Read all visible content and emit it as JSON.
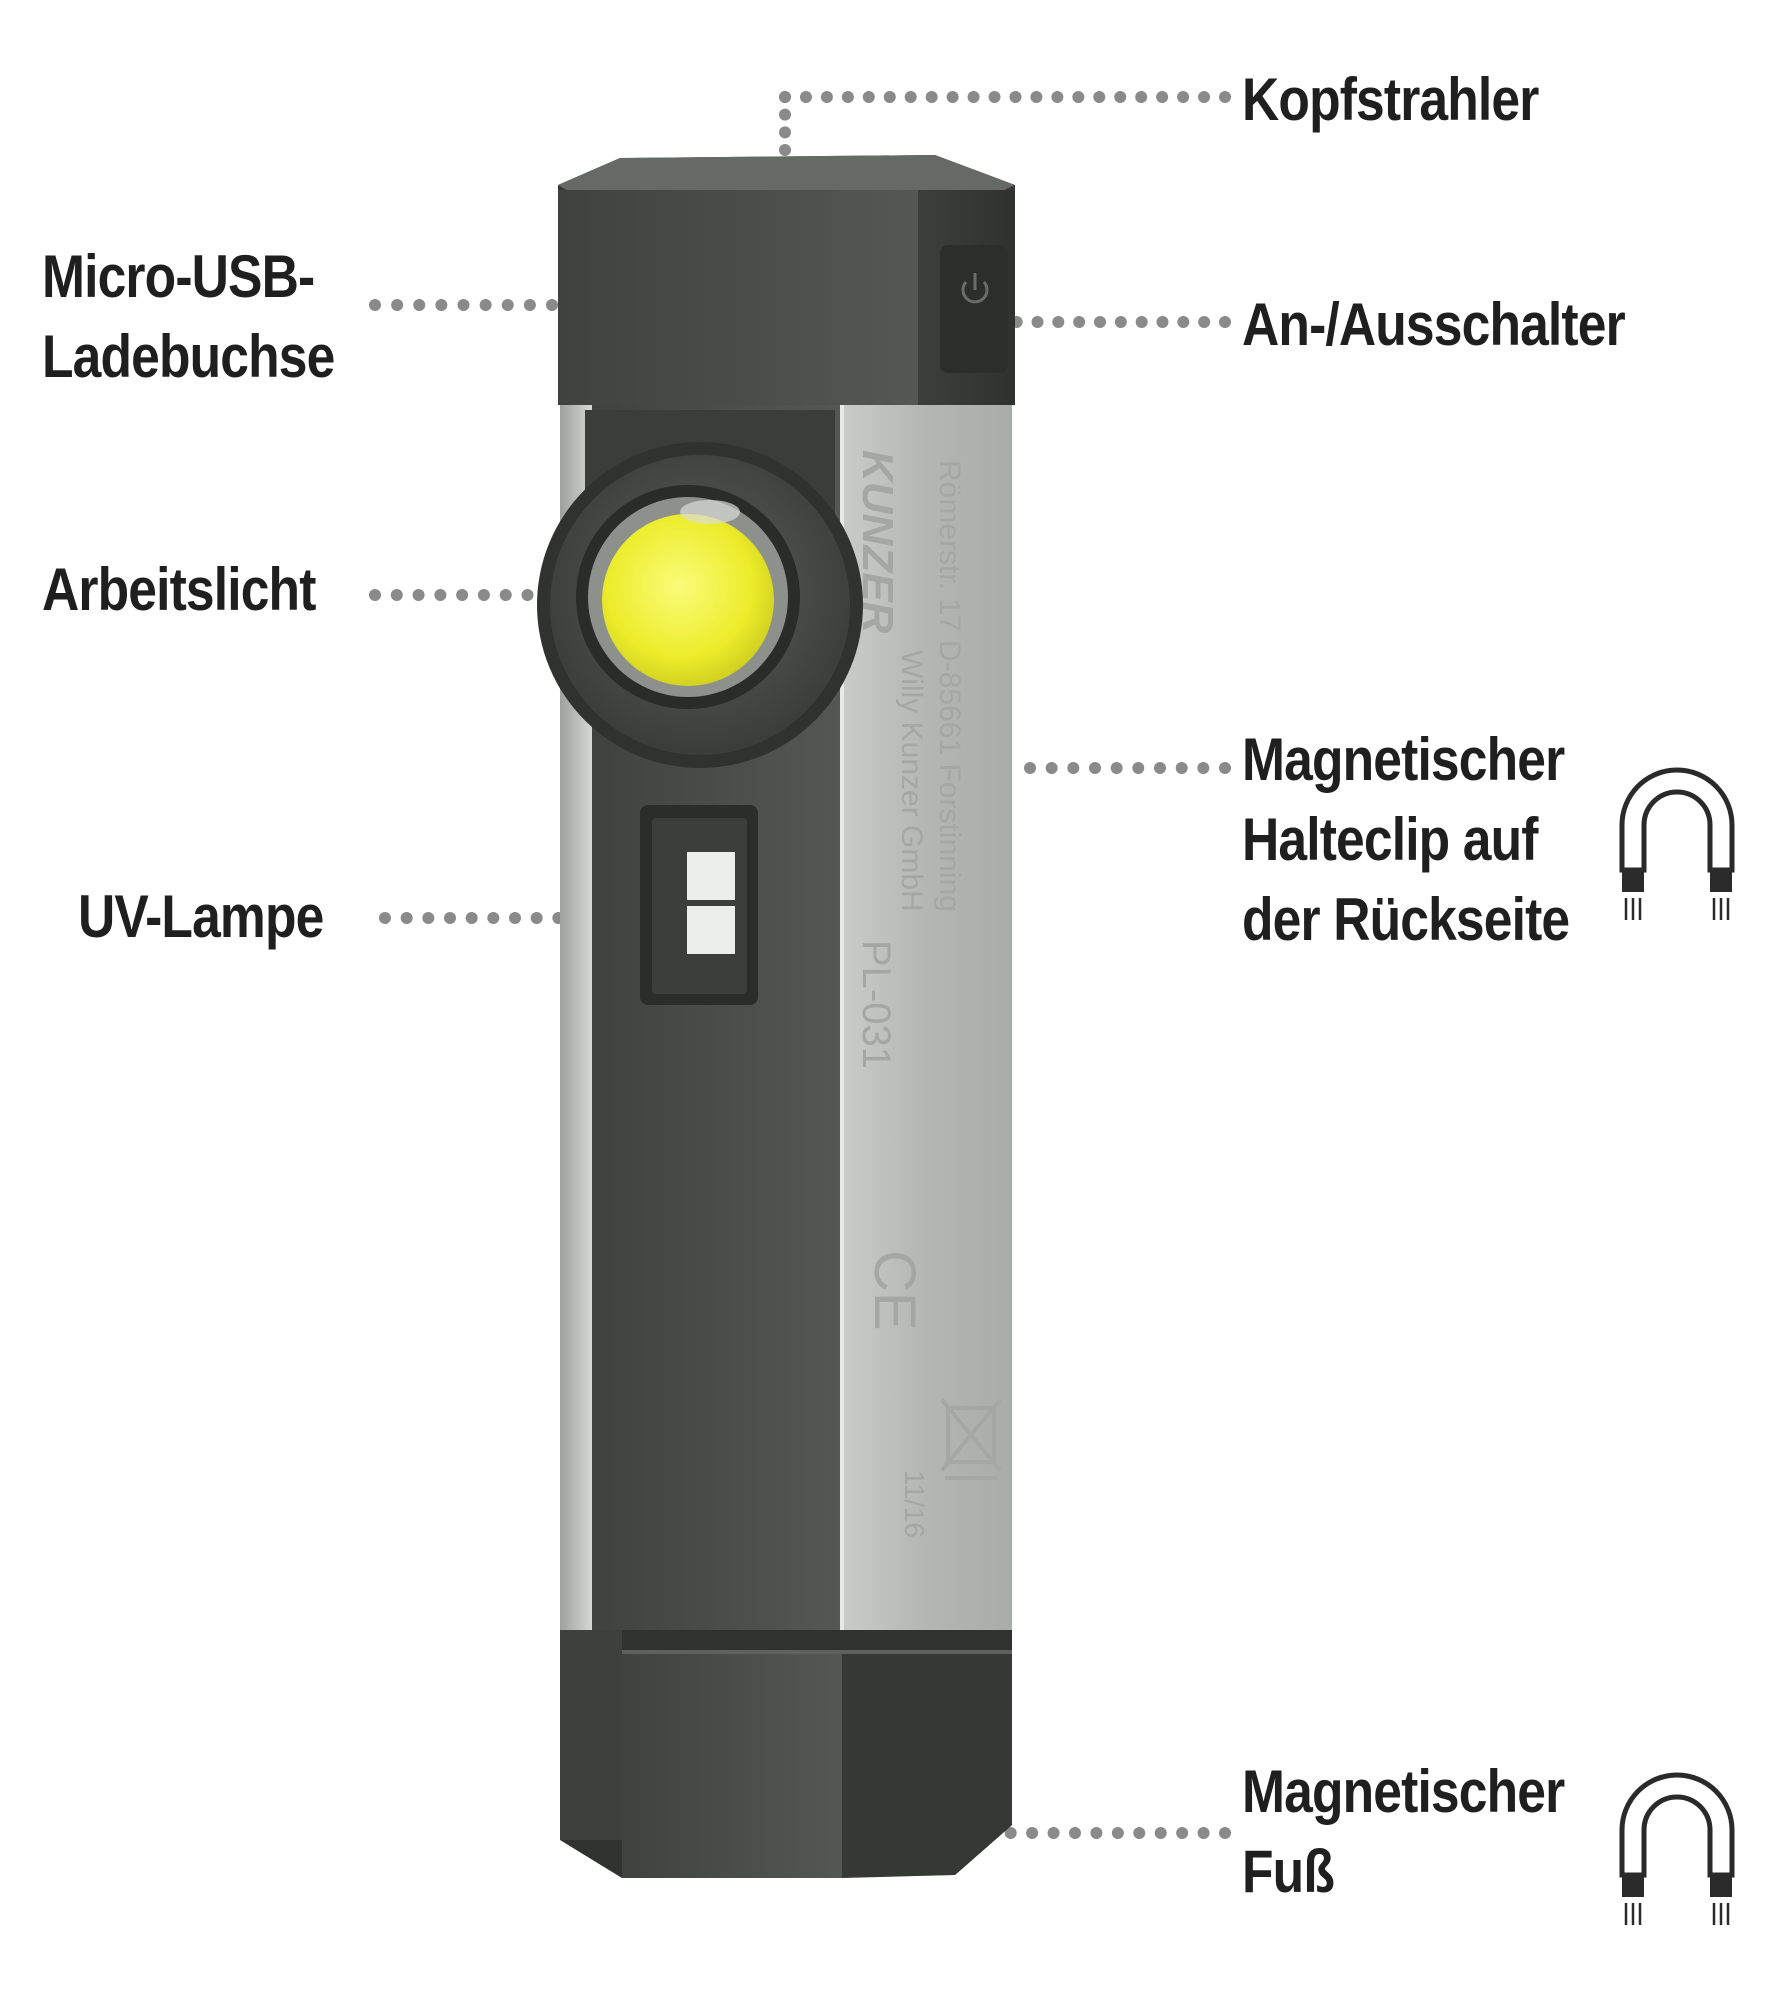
{
  "labels": {
    "kopfstrahler": "Kopfstrahler",
    "usb_line1": "Micro-USB-",
    "usb_line2": "Ladebuchse",
    "schalter": "An-/Ausschalter",
    "arbeitslicht": "Arbeitslicht",
    "clip_line1": "Magnetischer",
    "clip_line2": "Halteclip auf",
    "clip_line3": "der Rückseite",
    "uv": "UV-Lampe",
    "fuss_line1": "Magnetischer",
    "fuss_line2": "Fuß"
  },
  "device": {
    "brand": "KUNZER",
    "model": "PL-031",
    "maker": "Willy Kunzer GmbH",
    "address": "Römerstr. 17 D-85661 Forstinning",
    "ce_mark": "CE",
    "date_code": "11/16"
  },
  "colors": {
    "label_text": "#1f1f1f",
    "leader_dots": "#8a8a8a",
    "body_dark": "#4a4d4a",
    "body_aluminium": "#b9bcb8",
    "work_light": "#f2f238",
    "magnet_icon": "#2a2a2a"
  },
  "icons": [
    "magnet-icon",
    "power-icon",
    "ce-mark-icon",
    "weee-bin-icon"
  ]
}
